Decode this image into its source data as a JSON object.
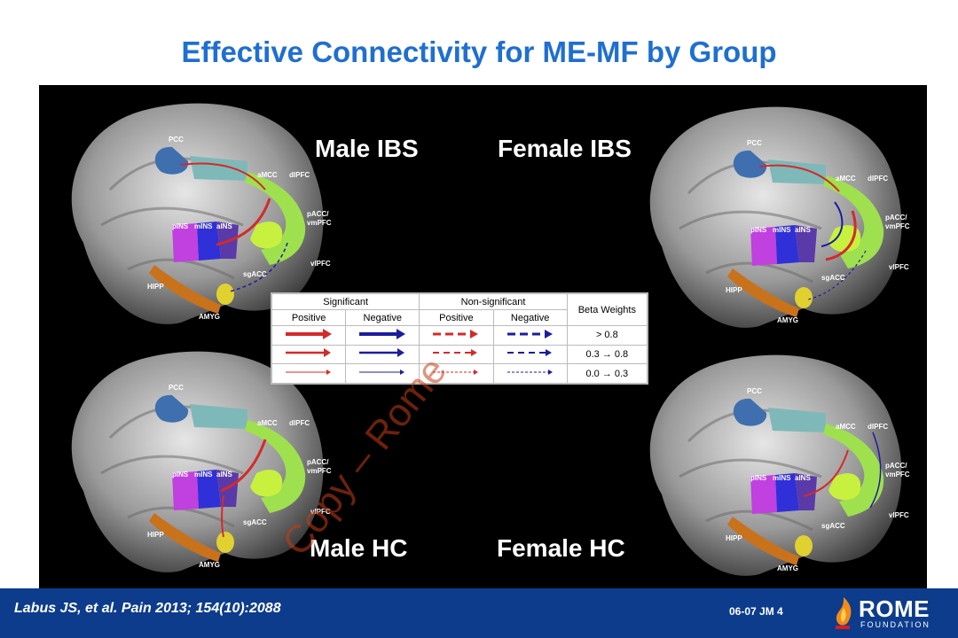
{
  "title": "Effective Connectivity for ME-MF by Group",
  "groups": {
    "male_ibs": "Male IBS",
    "female_ibs": "Female IBS",
    "male_hc": "Male HC",
    "female_hc": "Female HC"
  },
  "region_labels": {
    "pcc": "PCC",
    "amcc": "aMCC",
    "dlpfc": "dlPFC",
    "pacc": "pACC/",
    "vmpfc": "vmPFC",
    "pins": "pINS",
    "mins": "mINS",
    "ains": "aINS",
    "vlpfc": "vlPFC",
    "sgacc": "sgACC",
    "hipp": "HIPP",
    "amyg": "AMYG"
  },
  "legend": {
    "significant": "Significant",
    "non_significant": "Non-significant",
    "positive": "Positive",
    "negative": "Negative",
    "beta_weights": "Beta Weights",
    "rows": [
      "> 0.8",
      "0.3 → 0.8",
      "0.0 → 0.3"
    ],
    "colors": {
      "positive": "#d42a2a",
      "negative": "#1c1c9e"
    }
  },
  "watermark": "Copy – Rome",
  "footer": {
    "citation": "Labus JS, et al. Pain 2013; 154(10):2088",
    "slide_code": "06-07  JM  4",
    "logo_text": "ROME",
    "logo_sub": "FOUNDATION"
  }
}
